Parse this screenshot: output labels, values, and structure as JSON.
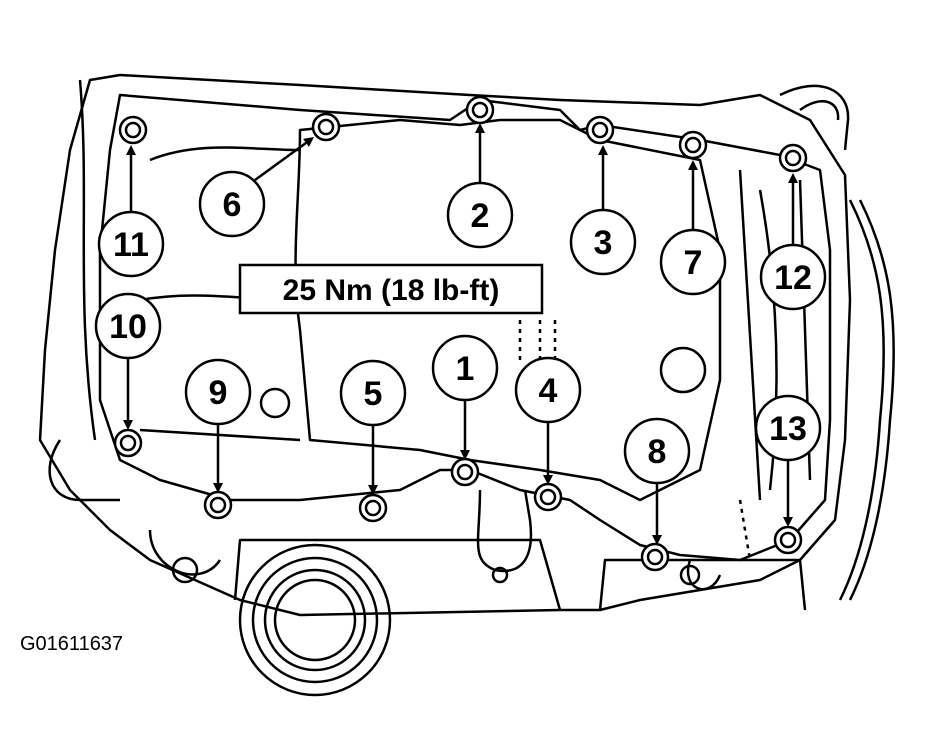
{
  "torque_spec": "25 Nm (18 lb-ft)",
  "figure_id": "G01611637",
  "callouts": [
    {
      "label": "1",
      "arrow": "down"
    },
    {
      "label": "2",
      "arrow": "up"
    },
    {
      "label": "3",
      "arrow": "up"
    },
    {
      "label": "4",
      "arrow": "down"
    },
    {
      "label": "5",
      "arrow": "down"
    },
    {
      "label": "6",
      "arrow": "up-right"
    },
    {
      "label": "7",
      "arrow": "up"
    },
    {
      "label": "8",
      "arrow": "down"
    },
    {
      "label": "9",
      "arrow": "down"
    },
    {
      "label": "10",
      "arrow": "down"
    },
    {
      "label": "11",
      "arrow": "up"
    },
    {
      "label": "12",
      "arrow": "up"
    },
    {
      "label": "13",
      "arrow": "down"
    }
  ],
  "colors": {
    "line": "#000000",
    "background": "#ffffff"
  }
}
